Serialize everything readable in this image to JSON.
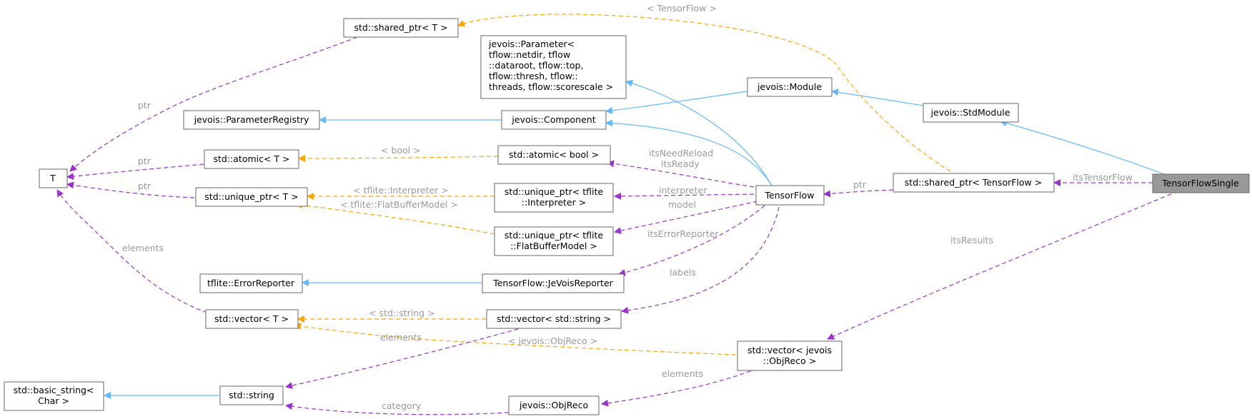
{
  "nodes": {
    "shared_ptr_T": [
      "std::shared_ptr< T >"
    ],
    "param": [
      "jevois::Parameter<",
      " tflow::netdir, tflow",
      "::dataroot, tflow::top,",
      " tflow::thresh, tflow::",
      "threads, tflow::scorescale >"
    ],
    "module": [
      "jevois::Module"
    ],
    "stdmodule": [
      "jevois::StdModule"
    ],
    "paramreg": [
      "jevois::ParameterRegistry"
    ],
    "component": [
      "jevois::Component"
    ],
    "T": [
      "T"
    ],
    "atomic_T": [
      "std::atomic< T >"
    ],
    "atomic_bool": [
      "std::atomic< bool >"
    ],
    "unique_T": [
      "std::unique_ptr< T >"
    ],
    "unique_interp": [
      "std::unique_ptr< tflite",
      "::Interpreter >"
    ],
    "tensorflow": [
      "TensorFlow"
    ],
    "shared_tf": [
      "std::shared_ptr< TensorFlow >"
    ],
    "tfsingle": [
      "TensorFlowSingle"
    ],
    "unique_fbm": [
      "std::unique_ptr< tflite",
      "::FlatBufferModel >"
    ],
    "errrep": [
      "tflite::ErrorReporter"
    ],
    "jvreporter": [
      "TensorFlow::JeVoisReporter"
    ],
    "vector_T": [
      "std::vector< T >"
    ],
    "vector_str": [
      "std::vector< std::string >"
    ],
    "vector_obj": [
      "std::vector< jevois",
      "::ObjReco >"
    ],
    "basic_string": [
      "std::basic_string<",
      "Char >"
    ],
    "string": [
      "std::string"
    ],
    "objreco": [
      "jevois::ObjReco"
    ]
  },
  "labels": {
    "tensorflow_tpl": "< TensorFlow >",
    "ptr1": "ptr",
    "bool_tpl": "< bool >",
    "ptr2": "ptr",
    "ptr3": "ptr",
    "interp_tpl": "< tflite::Interpreter >",
    "fbm_tpl": "< tflite::FlatBufferModel >",
    "elements1": "elements",
    "needreload": "itsNeedReload",
    "ready": "itsReady",
    "interpreter": "interpreter",
    "model": "model",
    "errreporter": "itsErrorReporter",
    "labels": "labels",
    "ptr4": "ptr",
    "itstensorflow": "itsTensorFlow",
    "itsresults": "itsResults",
    "string_tpl": "< std::string >",
    "elements2": "elements",
    "objreco_tpl": "< jevois::ObjReco >",
    "elements3": "elements",
    "category": "category"
  },
  "colors": {
    "inheritance": "#63b8ff",
    "usage": "#9a32cd",
    "template": "#ffa500",
    "highlight": "#999999"
  }
}
